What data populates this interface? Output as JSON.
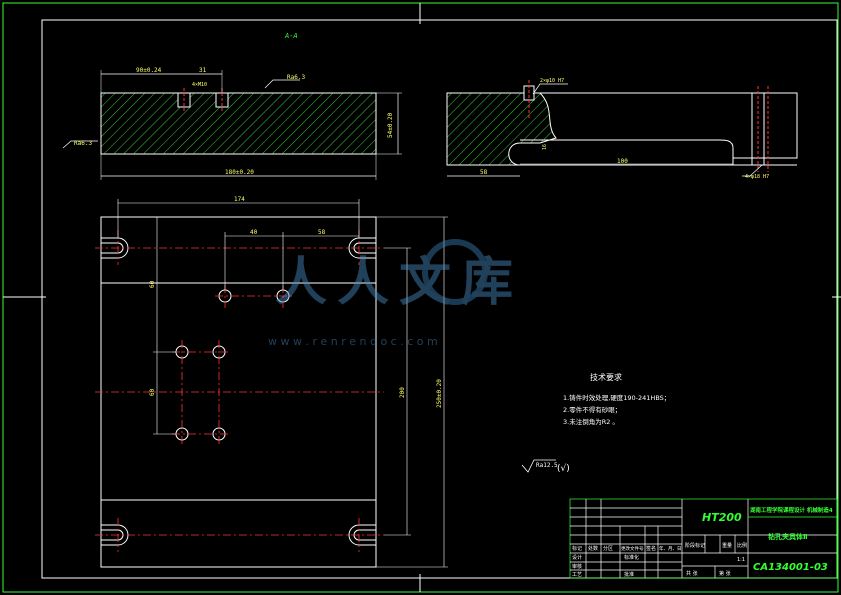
{
  "section_label": "A-A",
  "dims": {
    "top_left": "90±0.24",
    "top_mid": "31",
    "hole_note": "4×M10",
    "rough_top": "Ra6.3",
    "rough_left": "Ra6.3",
    "height": "54±0.20",
    "width": "180±0.20",
    "right_hole": "2×φ10 H7",
    "right_cut": "58",
    "right_len": "100",
    "right_bottom": "4×φ18 H7",
    "right_small": "16",
    "plan_top": "174",
    "plan_40": "40",
    "plan_58": "58",
    "plan_v1": "60",
    "plan_v2": "60",
    "plan_200": "200",
    "plan_overall": "250±0.20"
  },
  "tech": {
    "title": "技术要求",
    "lines": [
      "1.铸件时效处理,硬度190-241HBS；",
      "2.零件不得有砂眼；",
      "3.未注倒角为R2 。"
    ],
    "rough_general": "Ra12.5",
    "rough_general_paren": "(√)"
  },
  "title_block": {
    "material": "HT200",
    "school": "湖南工程学院课程设计 机械制造4",
    "part_name": "钻孔夹具体Ⅱ",
    "drawing_no": "CA134001-03",
    "row_labels": [
      "标记",
      "处数",
      "分区",
      "更改文件号",
      "签名",
      "年、月、日"
    ],
    "sub_labels": [
      "设计",
      "审核",
      "工艺"
    ],
    "std": "标准化",
    "approve": "批准",
    "stage": "阶段标记",
    "weight": "重量",
    "scale": "比例",
    "scale_val": "1:1",
    "sheets_total": "共 张",
    "sheet_no": "第 张"
  },
  "watermark": {
    "text": "人人文库",
    "url": "w w w . r e n r e n d o c . c o m"
  }
}
